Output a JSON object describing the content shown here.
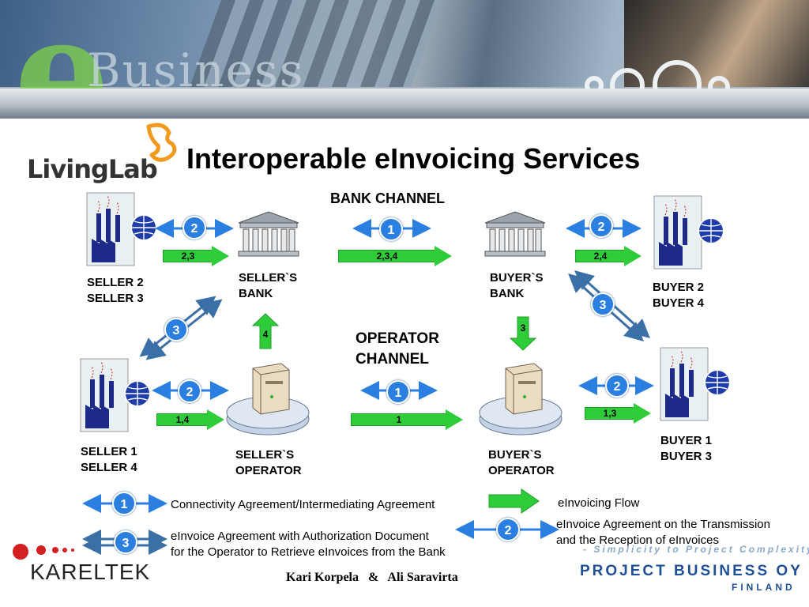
{
  "slide": {
    "title": "Interoperable eInvoicing Services",
    "logo_left": "LivingLab",
    "bank_channel": "BANK CHANNEL",
    "operator_channel": "OPERATOR\nCHANNEL",
    "banner_text": "Business"
  },
  "parties": {
    "seller_top": "SELLER 2\nSELLER 3",
    "seller_bottom": "SELLER 1\nSELLER 4",
    "buyer_top": "BUYER 2\nBUYER 4",
    "buyer_bottom": "BUYER 1\nBUYER 3",
    "sellers_bank": "SELLER`S\nBANK",
    "buyers_bank": "BUYER`S\nBANK",
    "sellers_operator": "SELLER`S\nOPERATOR",
    "buyers_operator": "BUYER`S\nOPERATOR"
  },
  "connectors": {
    "seller_top_to_bank": {
      "agreement": "2",
      "flow": "2,3"
    },
    "bank_to_bank": {
      "agreement": "1",
      "flow": "2,3,4"
    },
    "bank_to_buyer_top": {
      "agreement": "2",
      "flow": "2,4"
    },
    "seller_top_to_seller_bottom": {
      "agreement": "3"
    },
    "seller_operator_to_bank": {
      "flow": "4"
    },
    "buyers_bank_to_operator": {
      "flow": "3"
    },
    "buyers_bank_to_buyer_top": {
      "agreement": "3"
    },
    "seller_bottom_to_operator": {
      "agreement": "2",
      "flow": "1,4"
    },
    "operator_to_operator": {
      "agreement": "1",
      "flow": "1"
    },
    "operator_to_buyer_bottom": {
      "agreement": "2",
      "flow": "1,3"
    }
  },
  "legend": {
    "item1_num": "1",
    "item1_text": "Connectivity Agreement/Intermediating Agreement",
    "item3_num": "3",
    "item3_text": "eInvoice Agreement with Authorization Document\nfor the Operator to Retrieve eInvoices from the Bank",
    "flow_text": "eInvoicing Flow",
    "item2_num": "2",
    "item2_text": "eInvoice Agreement on the Transmission\n and the Reception of eInvoices"
  },
  "footer": {
    "authors": "Kari Korpela   &   Ali Saravirta",
    "kareltek": "KARELTEK",
    "pbo_tagline": "- Simplicity to Project Complexity -",
    "pbo_name": "PROJECT BUSINESS OY",
    "pbo_country": "FINLAND"
  },
  "colors": {
    "agreement_bubble": "#2a7fe0",
    "flow_arrow": "#2fcc3a",
    "brand_blue": "#1f4f98"
  }
}
